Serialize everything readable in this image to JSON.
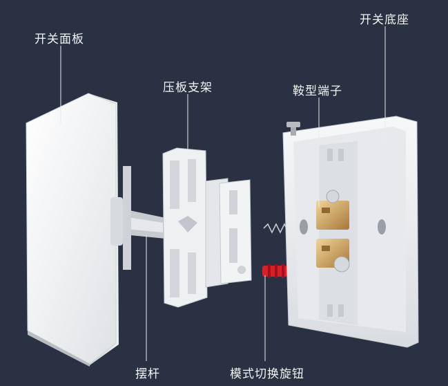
{
  "labels": {
    "switch_panel": "开关面板",
    "switch_base": "开关底座",
    "pressure_bracket": "压板支架",
    "saddle_terminal": "鞍型端子",
    "rocker_lever": "摆杆",
    "mode_switch_knob": "模式切换旋钮"
  },
  "colors": {
    "background": "#2a3142",
    "plastic": "#f1f2f4",
    "leader_line": "#e8eaee",
    "brass": "#c9a063",
    "knob_red": "#d8202a"
  }
}
